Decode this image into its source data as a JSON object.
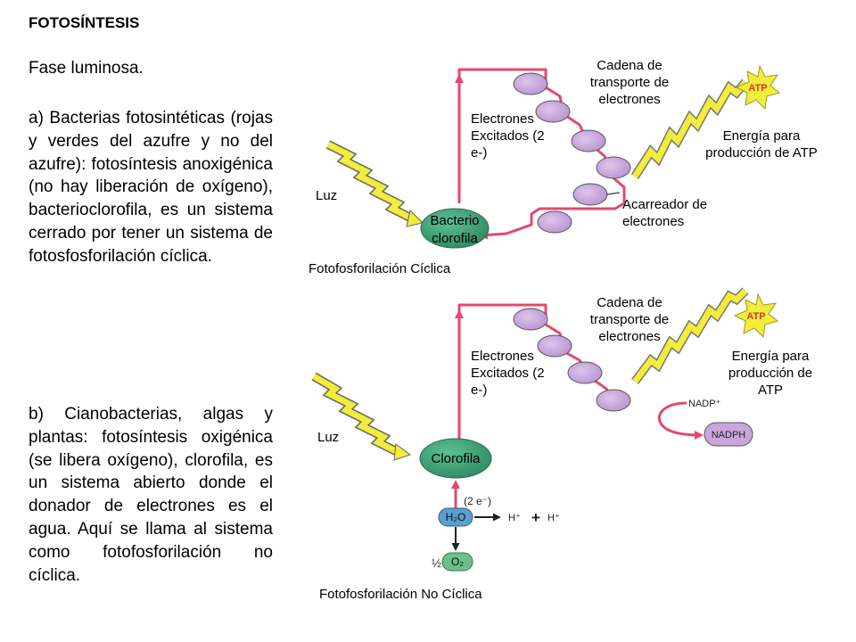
{
  "text": {
    "title": "FOTOSÍNTESIS",
    "subtitle": "Fase luminosa.",
    "para_a": "a) Bacterias fotosintéticas (rojas y verdes del azufre y no del azufre): fotosíntesis anoxigénica (no hay liberación de oxígeno), bacterioclorofila, es un sistema cerrado por tener un sistema de fotosfosforilación cíclica.",
    "para_b": "b) Cianobacterias, algas y plantas: fotosíntesis oxigénica (se libera oxígeno), clorofila, es un sistema abierto donde el donador de electrones es el agua. Aquí se llama al sistema como fotofosforilación no cíclica."
  },
  "diagram_top": {
    "cadena": "Cadena de transporte de electrones",
    "electrones": "Electrones Excitados (2 e-)",
    "energia": "Energía para producción de ATP",
    "atp": "ATP",
    "luz": "Luz",
    "center": "Bacterio clorofila",
    "acarreador": "Acarreador de electrones",
    "caption": "Fotofosforilación Cíclica"
  },
  "diagram_bottom": {
    "cadena": "Cadena de transporte de electrones",
    "electrones": "Electrones Excitados (2 e-)",
    "energia": "Energía para producción de ATP",
    "atp": "ATP",
    "luz": "Luz",
    "center": "Clorofila",
    "nadp": "NADP⁺",
    "nadph": "NADPH",
    "two_e": "(2 e⁻)",
    "h2o": "H₂O",
    "hplus": "H⁺",
    "plus": "+",
    "o2": "O₂",
    "half": "½",
    "caption": "Fotofosforilación No Cíclica"
  },
  "colors": {
    "arrow_pink": "#e5476f",
    "carrier_fill": "#c8a6dc",
    "sun_yellow": "#f2ec3a",
    "center_green": "#3fa37a",
    "center_green_top": "#4fa37e",
    "water_blue": "#5b9fd0",
    "o2_green": "#6cc08a"
  }
}
